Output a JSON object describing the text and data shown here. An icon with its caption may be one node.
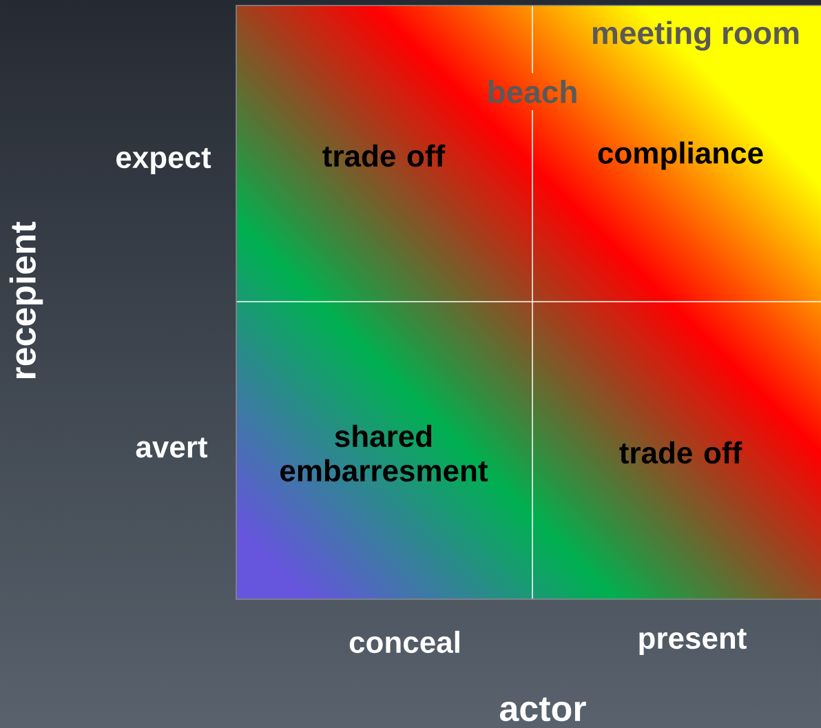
{
  "diagram": {
    "nodes": [
      {
        "text": [
          "trade off"
        ]
      },
      {
        "text": [
          "compliance"
        ]
      },
      {
        "text": [
          "shared embarresment"
        ]
      },
      {
        "text": [
          "trade off"
        ]
      }
    ],
    "labels": [
      "meeting room",
      "beach",
      "expect",
      "recepient",
      "avert",
      "conceal",
      "present",
      "actor"
    ]
  }
}
